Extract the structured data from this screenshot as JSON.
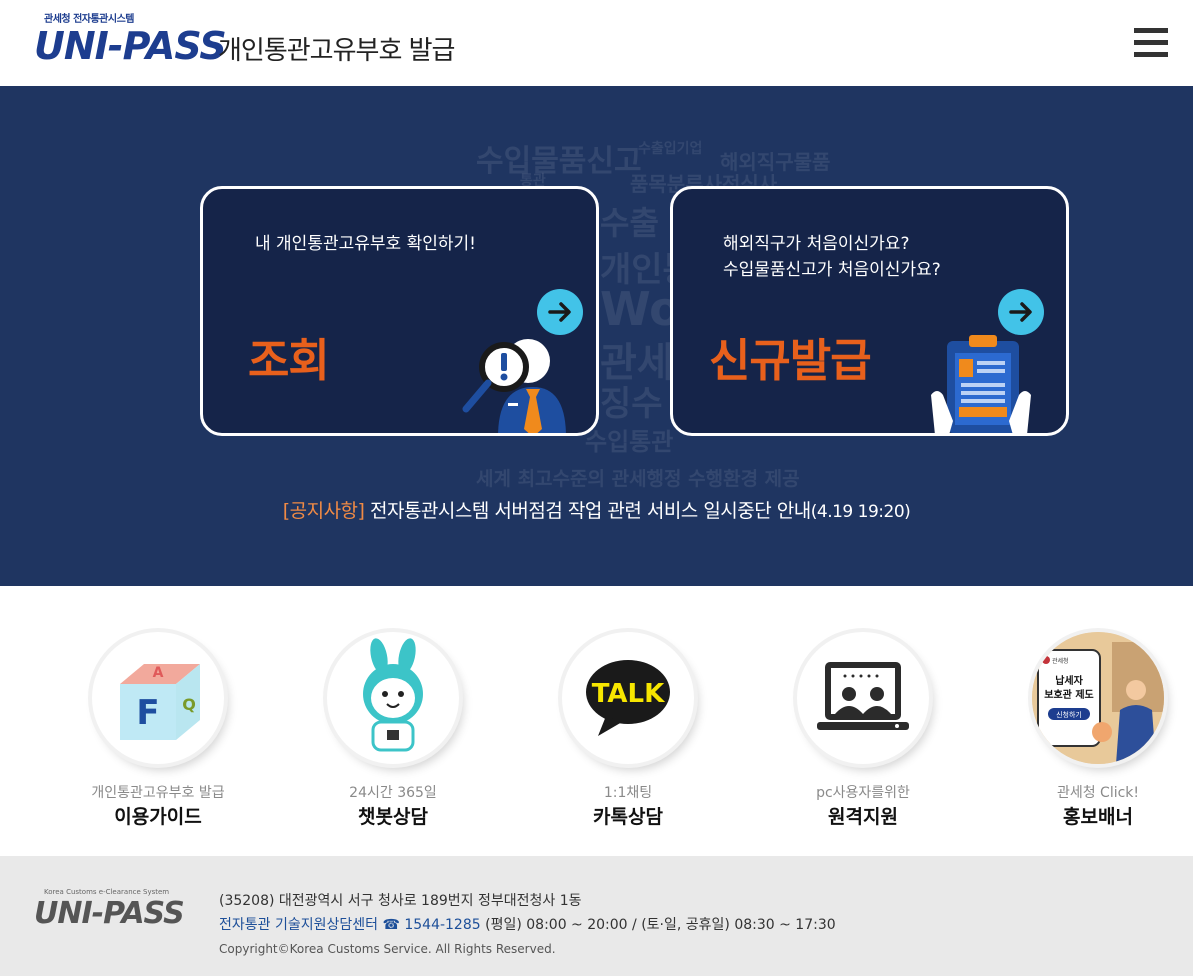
{
  "header": {
    "logo_sub": "관세청 전자통관시스템",
    "logo_main": "UNI-PASS",
    "title": "개인통관고유부호 발급",
    "menu_icon": "hamburger-menu-icon"
  },
  "hero": {
    "wordcloud": [
      "수입물품신고",
      "수출입기업",
      "해외직구물품",
      "통관",
      "품목분류사전심사",
      "수출",
      "개인통관",
      "World",
      "관세행정",
      "징수",
      "수입통관",
      "세계 최고수준의 관세행정 수행환경 제공"
    ],
    "cards": [
      {
        "desc": [
          "내 개인통관고유부호 확인하기!"
        ],
        "title": "조회",
        "icon": "magnifier-person-icon"
      },
      {
        "desc": [
          "해외직구가 처음이신가요?",
          "수입물품신고가 처음이신가요?"
        ],
        "title": "신규발급",
        "icon": "document-hands-icon"
      }
    ],
    "notice": {
      "tag": "[공지사항]",
      "text": " 전자통관시스템 서버점검 작업 관련 서비스 일시중단 안내",
      "date": "(4.19 19:20)"
    }
  },
  "links": [
    {
      "small": "개인통관고유부호 발급",
      "label": "이용가이드",
      "icon": "faq-cube-icon"
    },
    {
      "small": "24시간 365일",
      "label": "챗봇상담",
      "icon": "rabbit-chatbot-icon"
    },
    {
      "small": "1:1채팅",
      "label": "카톡상담",
      "icon": "kakaotalk-icon"
    },
    {
      "small": "pc사용자를위한",
      "label": "원격지원",
      "icon": "remote-support-icon"
    },
    {
      "small": "관세청 Click!",
      "label": "홍보배너",
      "icon": "promo-banner-icon"
    }
  ],
  "promo_banner": {
    "org": "관세청",
    "line1": "납세자",
    "line2": "보호관 제도",
    "button": "신청하기"
  },
  "footer": {
    "logo_tiny": "Korea Customs e-Clearance System",
    "logo_main": "UNI-PASS",
    "address": "(35208) 대전광역시 서구 청사로 189번지 정부대전청사 1동",
    "center": "전자통관 기술지원상담센터 ☎ 1544-1285",
    "hours": " (평일) 08:00 ~ 20:00 / (토·일, 공휴일) 08:30 ~ 17:30",
    "copyright": "Copyright©Korea Customs Service. All Rights Reserved."
  },
  "colors": {
    "hero_bg": "#1f3561",
    "card_bg": "#152449",
    "accent_orange": "#e8601c",
    "arrow_cyan": "#42c3e8",
    "notice_tag": "#f08a45",
    "logo_blue": "#1d3d8f",
    "footer_bg": "#e9e9e9"
  }
}
